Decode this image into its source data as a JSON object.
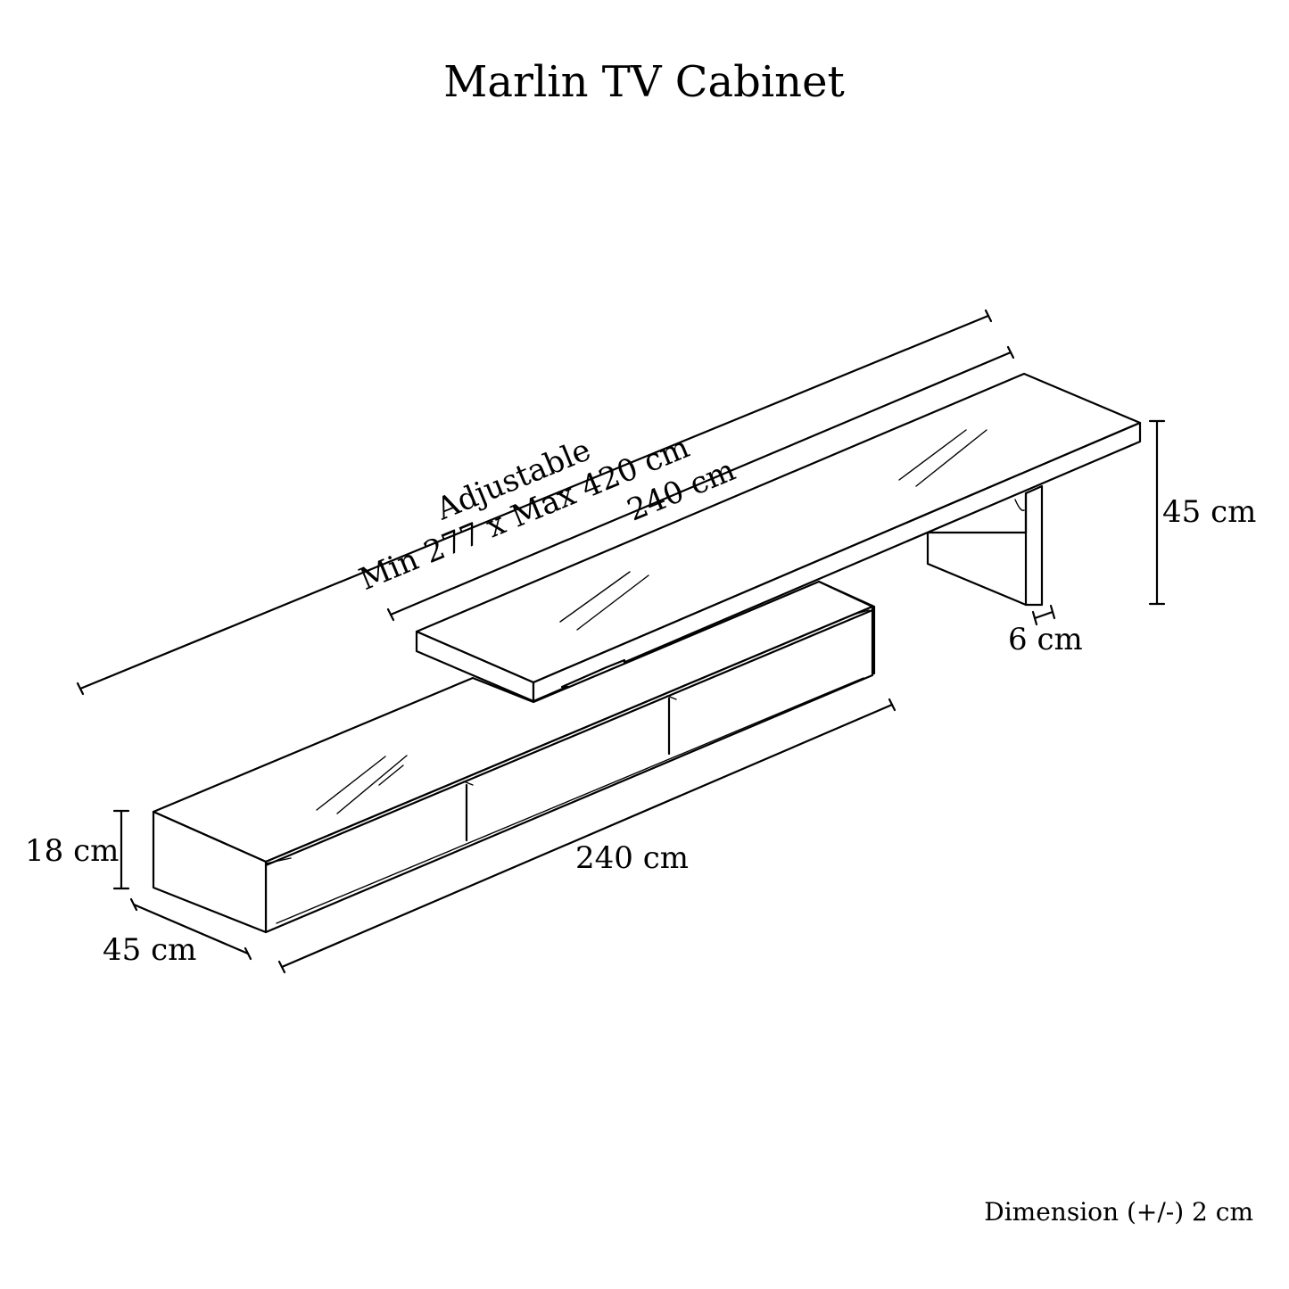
{
  "title": "Marlin TV Cabinet",
  "dimensions": {
    "adjustable_label": "Adjustable",
    "adjustable_range": "Min 277 x Max 420 cm",
    "top_shelf_length": "240 cm",
    "shelf_height": "45 cm",
    "shelf_thickness": "6 cm",
    "base_height": "18 cm",
    "base_depth": "45 cm",
    "base_length": "240 cm"
  },
  "footnote": "Dimension (+/-) 2 cm"
}
